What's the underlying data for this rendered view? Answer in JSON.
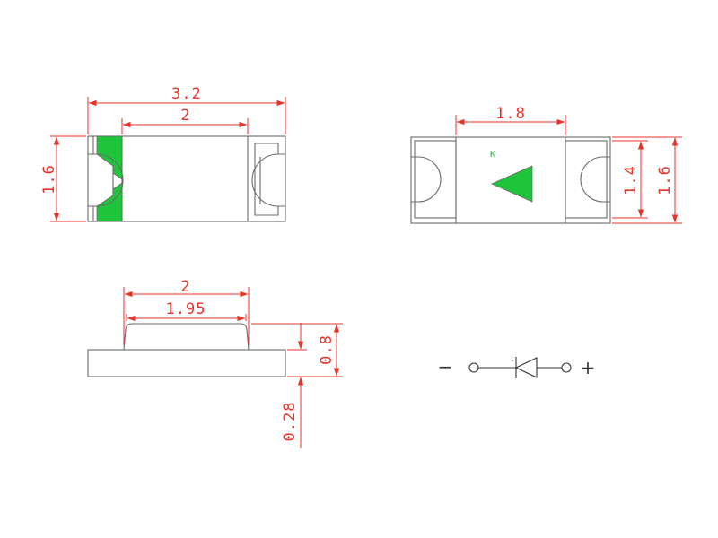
{
  "dimensions": {
    "top_overall_width": "3.2",
    "top_pad_width": "2",
    "top_height": "1.6",
    "bottom_width": "1.8",
    "bottom_inner_height": "1.4",
    "bottom_outer_height": "1.6",
    "side_top_width": "2",
    "side_lens_width": "1.95",
    "side_total_height": "0.8",
    "side_base_height": "0.28"
  },
  "labels": {
    "cathode_mark": "K",
    "minus_sign": "−",
    "plus_sign": "+"
  },
  "colors": {
    "dimension": "#e8332b",
    "outline": "#6b6b6b",
    "led_green": "#1ec43a"
  }
}
